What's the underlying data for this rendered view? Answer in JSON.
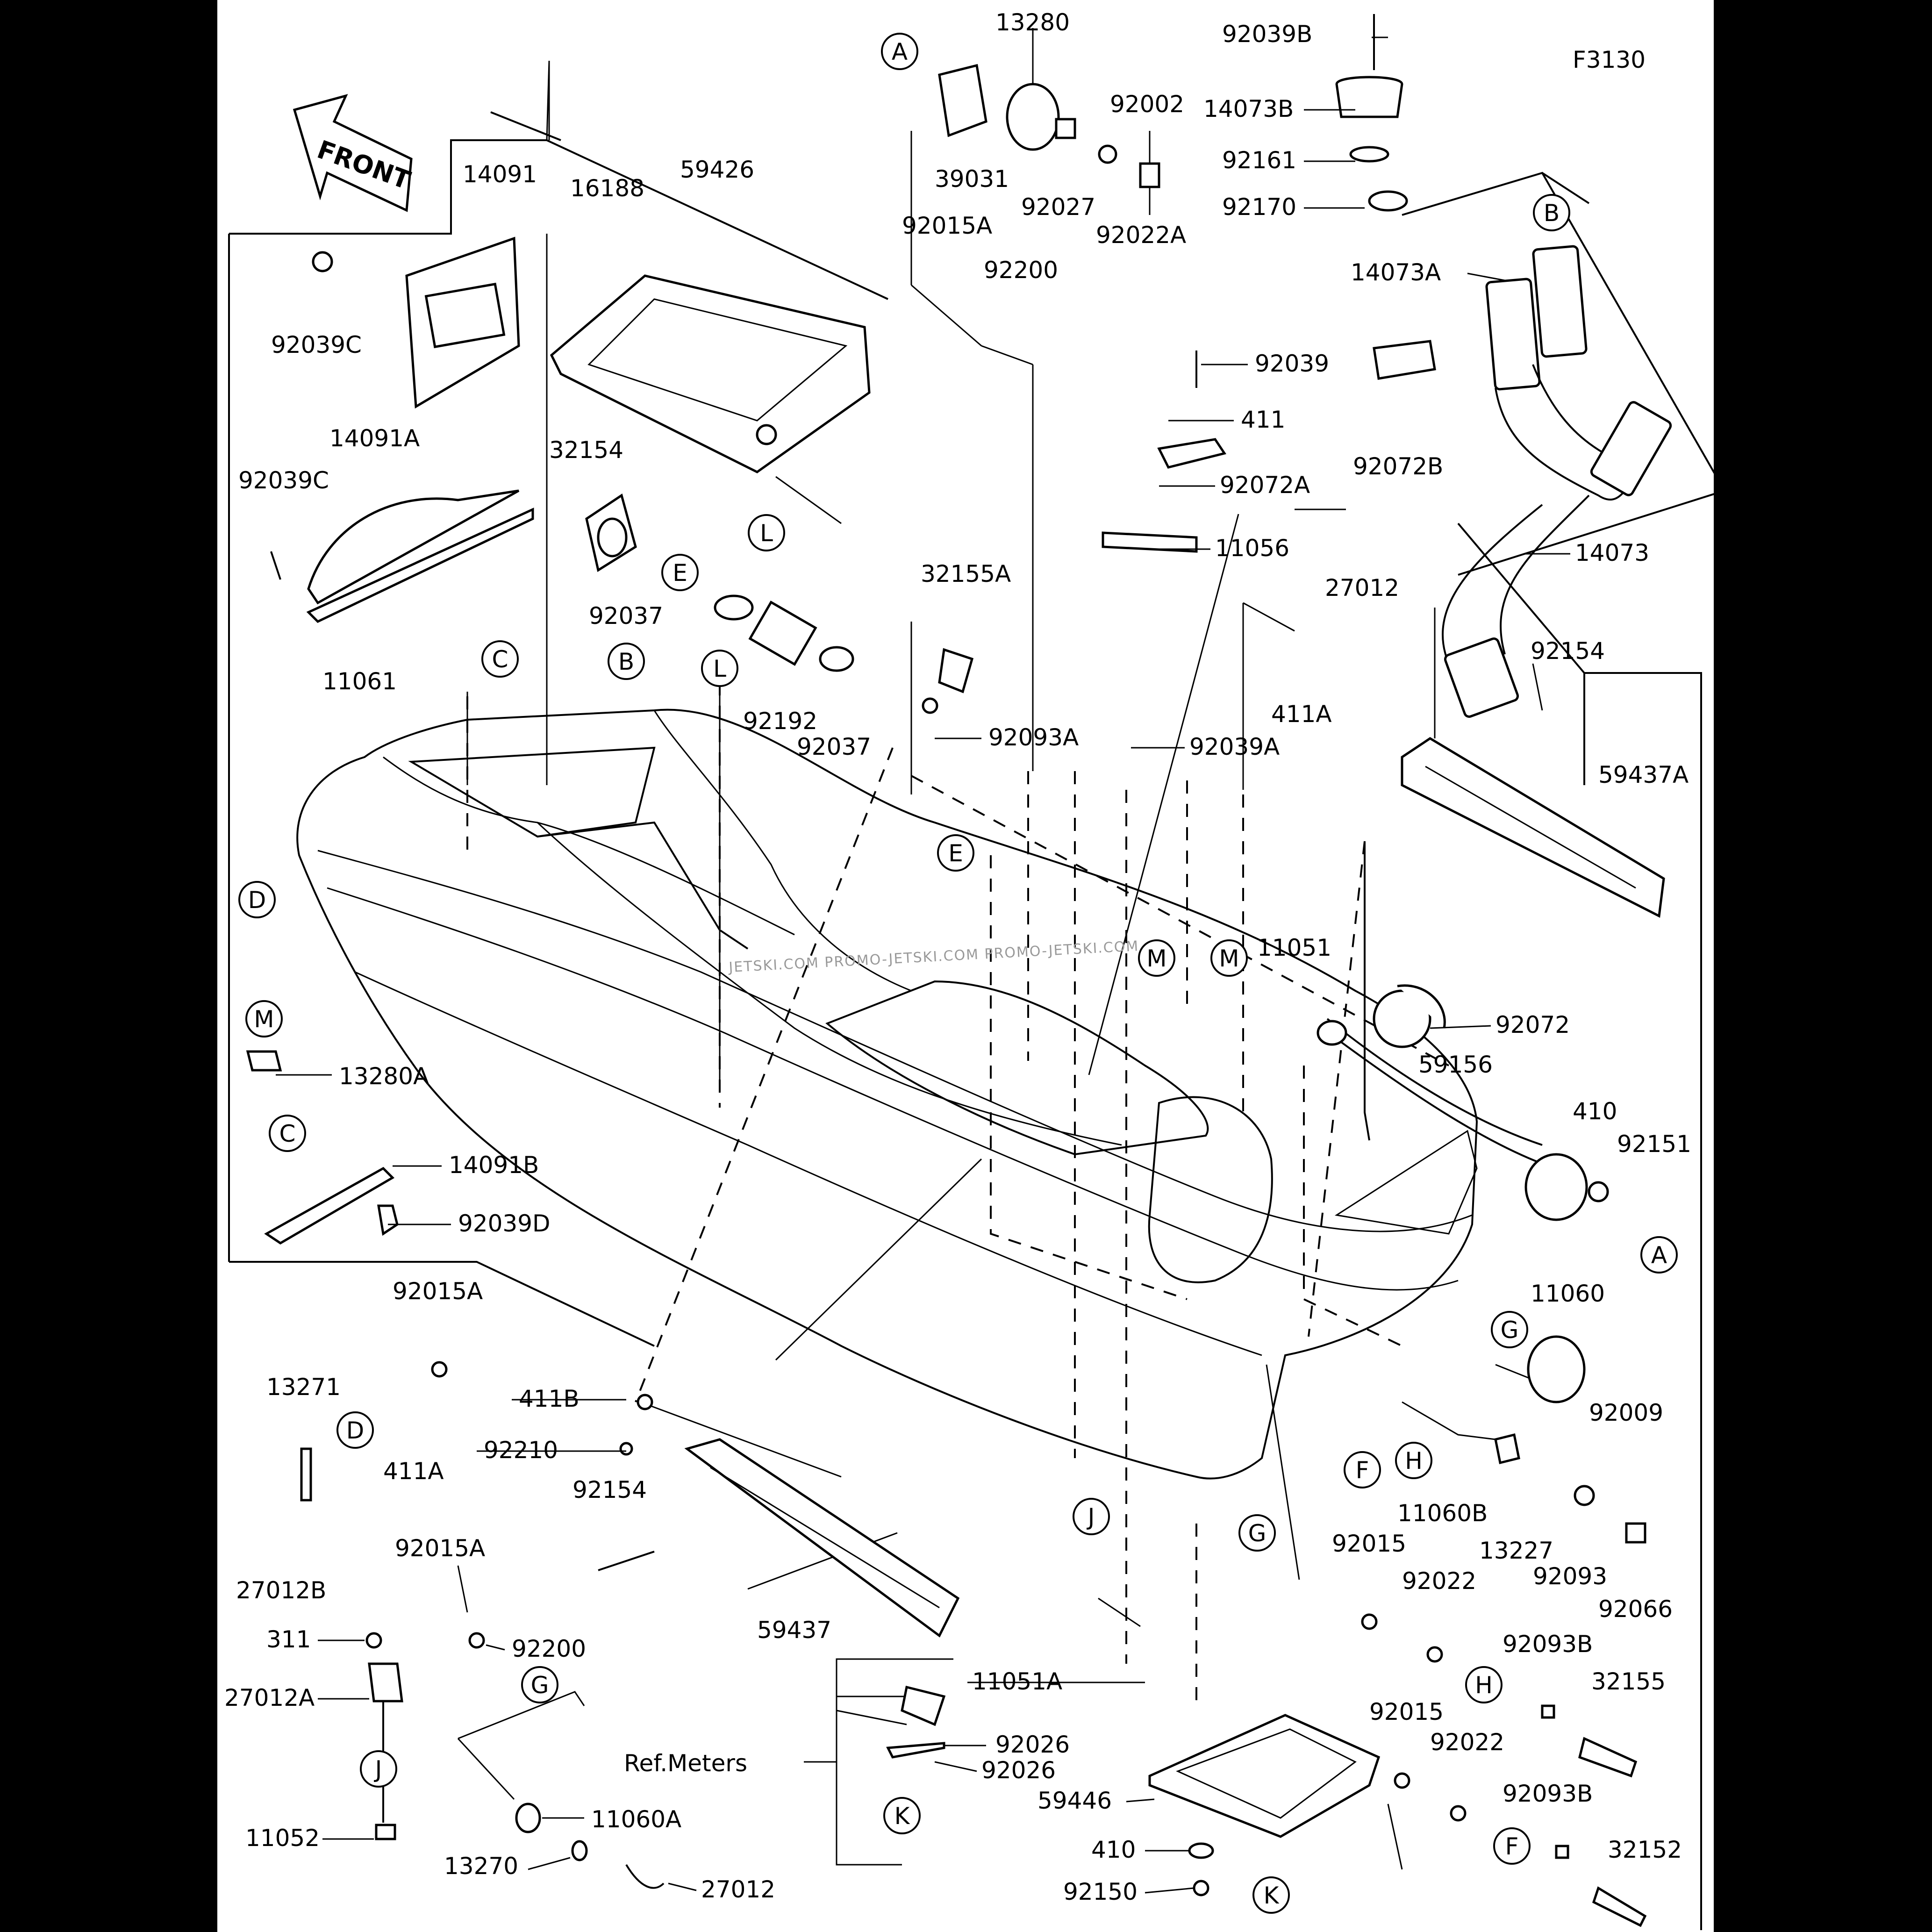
{
  "diagram": {
    "figure_code": "F3130",
    "front_label": "FRONT",
    "ref_meters": "Ref.Meters",
    "watermark": "JETSKI.COM PROMO-JETSKI.COM PROMO-JETSKI.COM",
    "parts": {
      "p13280": "13280",
      "p92039B": "92039B",
      "p14073B": "14073B",
      "p92161": "92161",
      "p92170": "92170",
      "p39031": "39031",
      "p92002": "92002",
      "p92027": "92027",
      "p92022A": "92022A",
      "p14091": "14091",
      "p59426": "59426",
      "p16188": "16188",
      "p92015A_top": "92015A",
      "p92200_top": "92200",
      "p92039C_a": "92039C",
      "p14091A": "14091A",
      "p92039C_b": "92039C",
      "p32154": "32154",
      "p92039": "92039",
      "p411": "411",
      "p92072A": "92072A",
      "p11056": "11056",
      "p14073A": "14073A",
      "p92072B": "92072B",
      "p14073": "14073",
      "p92037_a": "92037",
      "p92192": "92192",
      "p92037_b": "92037",
      "p32155A": "32155A",
      "p11061": "11061",
      "p27012_top": "27012",
      "p411A_top": "411A",
      "p92154_top": "92154",
      "p92093A": "92093A",
      "p92039A": "92039A",
      "p59437A": "59437A",
      "p11051": "11051",
      "p92072": "92072",
      "p13280A": "13280A",
      "p59156": "59156",
      "p410_top": "410",
      "p92151": "92151",
      "p14091B": "14091B",
      "p92039D": "92039D",
      "p11060": "11060",
      "p92015A_mid": "92015A",
      "p13271": "13271",
      "p411B": "411B",
      "p92210": "92210",
      "p411A_low": "411A",
      "p92009": "92009",
      "p27012B": "27012B",
      "p92154_low": "92154",
      "p11060B": "11060B",
      "p13227": "13227",
      "p92093": "92093",
      "p92066": "92066",
      "p92015A_low": "92015A",
      "p92015_a": "92015",
      "p92022_a": "92022",
      "p311": "311",
      "p92200_low": "92200",
      "p59437": "59437",
      "p92093B_a": "92093B",
      "p32155": "32155",
      "p27012A": "27012A",
      "p11051A": "11051A",
      "p92026_a": "92026",
      "p92026_b": "92026",
      "p92015_b": "92015",
      "p92022_b": "92022",
      "p59446": "59446",
      "p92093B_b": "92093B",
      "p11060A": "11060A",
      "p11052": "11052",
      "p410_low": "410",
      "p32152": "32152",
      "p13270": "13270",
      "p27012_low": "27012",
      "p92150": "92150"
    },
    "callouts": {
      "A": "A",
      "B": "B",
      "C": "C",
      "D": "D",
      "E": "E",
      "F": "F",
      "G": "G",
      "H": "H",
      "J": "J",
      "K": "K",
      "L": "L",
      "M": "M"
    }
  }
}
